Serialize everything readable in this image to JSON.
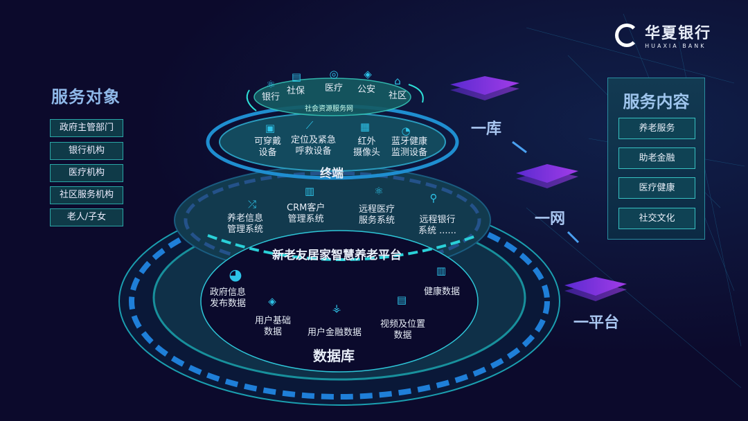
{
  "logo": {
    "name": "华夏银行",
    "sub": "HUAXIA BANK"
  },
  "left": {
    "title": "服务对象",
    "items": [
      "政府主管部门",
      "银行机构",
      "医疗机构",
      "社区服务机构",
      "老人/子女"
    ]
  },
  "right": {
    "title": "服务内容",
    "items": [
      "养老服务",
      "助老金融",
      "医疗健康",
      "社交文化"
    ]
  },
  "flow": [
    "一库",
    "一网",
    "一平台"
  ],
  "social": {
    "title": "社会资源服务网",
    "items": [
      "银行",
      "社保",
      "医疗",
      "公安",
      "社区"
    ]
  },
  "terminal": {
    "title": "终端",
    "items": [
      [
        "可穿戴",
        "设备"
      ],
      [
        "定位及紧急",
        "呼救设备"
      ],
      [
        "红外",
        "摄像头"
      ],
      [
        "蓝牙健康",
        "监测设备"
      ]
    ]
  },
  "systems": {
    "items": [
      [
        "养老信息",
        "管理系统"
      ],
      [
        "CRM客户",
        "管理系统"
      ],
      [
        "远程医疗",
        "服务系统"
      ],
      [
        "远程银行",
        "系统  ......"
      ]
    ]
  },
  "platform": {
    "title": "新老友居家智慧养老平台"
  },
  "database": {
    "title": "数据库",
    "items": [
      [
        "政府信息",
        "发布数据"
      ],
      [
        "用户基础",
        "数据"
      ],
      [
        "用户金融数据",
        ""
      ],
      [
        "视频及位置",
        "数据"
      ],
      [
        "健康数据",
        ""
      ]
    ]
  }
}
